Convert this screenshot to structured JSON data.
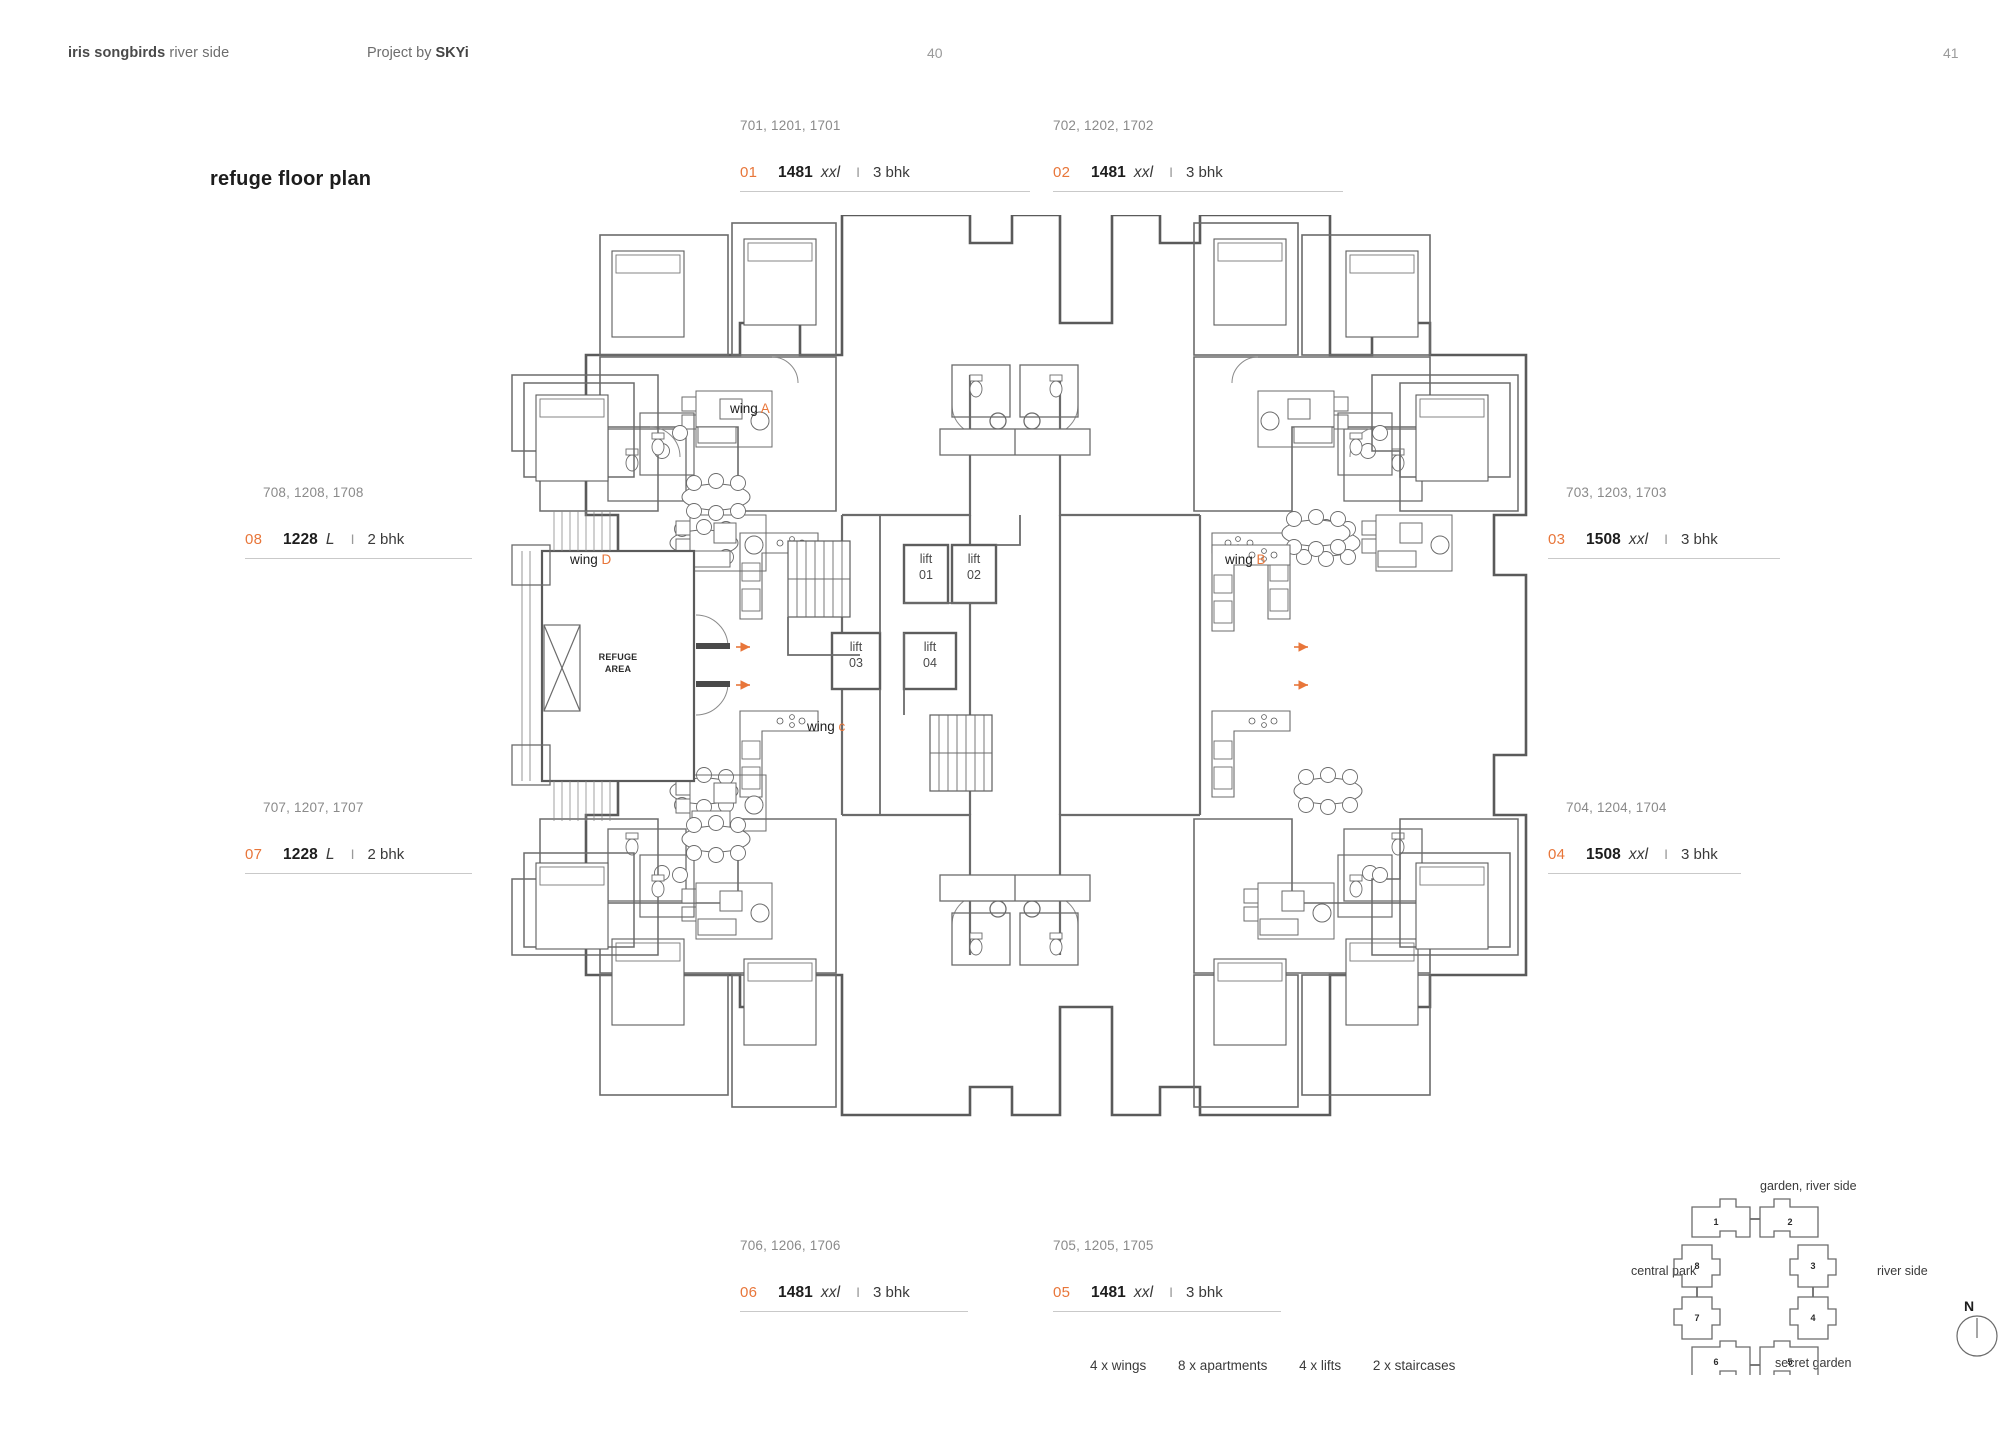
{
  "header": {
    "brand_bold": "iris songbirds",
    "brand_rest": " river side",
    "project_pre": "Project by ",
    "project_bold": "SKYi",
    "page_left": "40",
    "page_right": "41"
  },
  "page": {
    "title": "refuge floor plan"
  },
  "units": [
    {
      "id": "01",
      "codes": "701, 1201, 1701",
      "area": "1481",
      "area_suffix": "xxl",
      "sep": "I",
      "bhk": "3 bhk"
    },
    {
      "id": "02",
      "codes": "702, 1202, 1702",
      "area": "1481",
      "area_suffix": "xxl",
      "sep": "I",
      "bhk": "3 bhk"
    },
    {
      "id": "03",
      "codes": "703, 1203, 1703",
      "area": "1508",
      "area_suffix": "xxl",
      "sep": "I",
      "bhk": "3 bhk"
    },
    {
      "id": "04",
      "codes": "704, 1204, 1704",
      "area": "1508",
      "area_suffix": "xxl",
      "sep": "I",
      "bhk": "3 bhk"
    },
    {
      "id": "05",
      "codes": "705, 1205, 1705",
      "area": "1481",
      "area_suffix": "xxl",
      "sep": "I",
      "bhk": "3 bhk"
    },
    {
      "id": "06",
      "codes": "706, 1206, 1706",
      "area": "1481",
      "area_suffix": "xxl",
      "sep": "I",
      "bhk": "3 bhk"
    },
    {
      "id": "07",
      "codes": "707, 1207, 1707",
      "area": "1228",
      "area_suffix": " L",
      "sep": "I",
      "bhk": "2 bhk"
    },
    {
      "id": "08",
      "codes": "708, 1208, 1708",
      "area": "1228",
      "area_suffix": " L",
      "sep": "I",
      "bhk": "2 bhk"
    }
  ],
  "plan": {
    "wings": [
      {
        "prefix": "wing ",
        "name": "A"
      },
      {
        "prefix": "wing ",
        "name": "B"
      },
      {
        "prefix": "wing ",
        "name": "c"
      },
      {
        "prefix": "wing ",
        "name": "D"
      }
    ],
    "lifts": [
      {
        "label": "lift",
        "number": "01"
      },
      {
        "label": "lift",
        "number": "02"
      },
      {
        "label": "lift",
        "number": "03"
      },
      {
        "label": "lift",
        "number": "04"
      }
    ],
    "refuge_area_line1": "REFUGE",
    "refuge_area_line2": "AREA"
  },
  "footer": {
    "stats": [
      "4 x wings",
      "8 x apartments",
      "4 x lifts",
      "2 x staircases"
    ]
  },
  "key": {
    "top_label": "garden, river side",
    "bottom_label": "secret garden",
    "left_label": "central park",
    "right_label": "river side",
    "compass": "N",
    "blocks": [
      "1",
      "2",
      "3",
      "4",
      "5",
      "6",
      "7",
      "8"
    ]
  },
  "colors": {
    "accent": "#e8763a",
    "wall": "#6b6b6b",
    "thin": "#8c8c8c",
    "text": "#3a3a3a"
  }
}
